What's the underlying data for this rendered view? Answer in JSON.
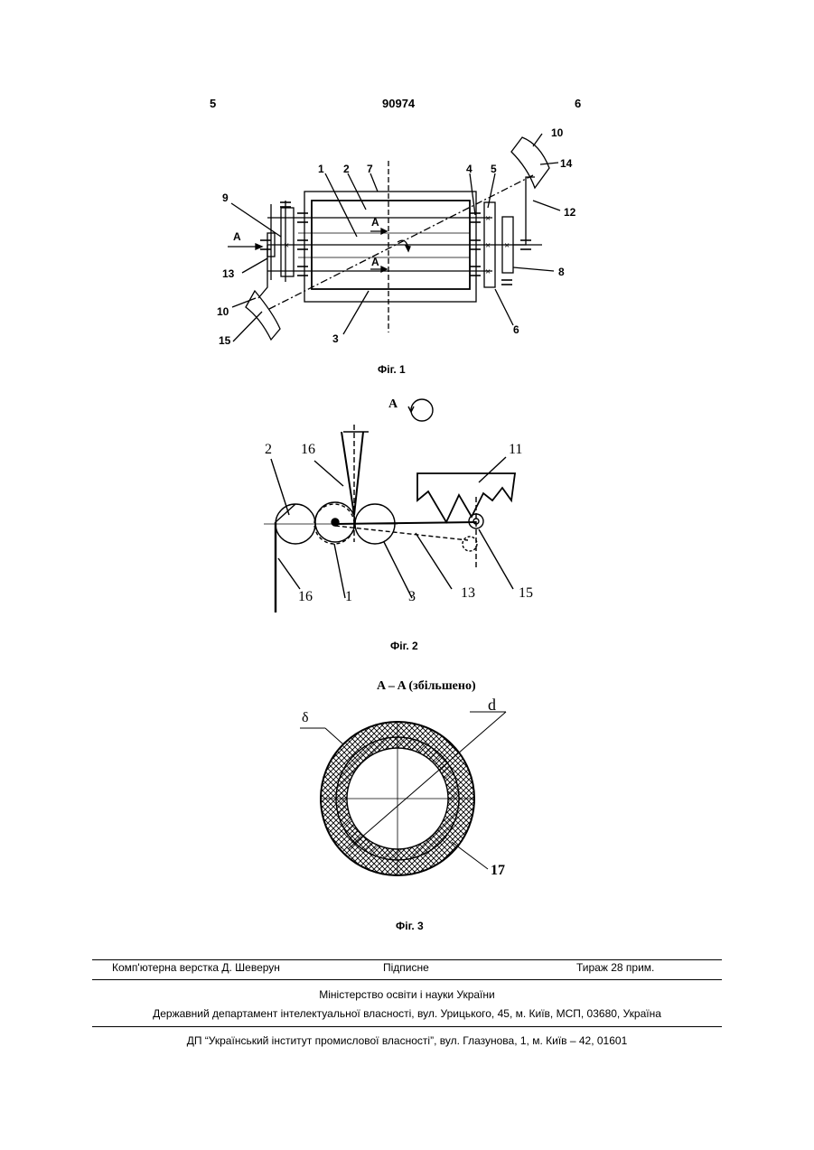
{
  "header": {
    "page_left": "5",
    "patent_number": "90974",
    "page_right": "6"
  },
  "fig1": {
    "caption": "Фіг. 1",
    "labels": {
      "l1": "1",
      "l2": "2",
      "l7": "7",
      "l4": "4",
      "l5": "5",
      "l10a": "10",
      "l14": "14",
      "l9": "9",
      "lA": "A",
      "l12": "12",
      "l13": "13",
      "l8": "8",
      "l10b": "10",
      "l15": "15",
      "l3": "3",
      "l6": "6",
      "lA2": "A",
      "lA3": "A"
    }
  },
  "fig2": {
    "caption": "Фіг. 2",
    "view_label": "A",
    "labels": {
      "l2": "2",
      "l16a": "16",
      "l11": "11",
      "l16b": "16",
      "l1": "1",
      "l3": "3",
      "l13": "13",
      "l15": "15"
    }
  },
  "fig3": {
    "caption": "Фіг. 3",
    "section_title": "A – A  (збільшено)",
    "labels": {
      "delta": "δ",
      "d": "d",
      "l17": "17"
    }
  },
  "footer": {
    "typesetting": "Комп'ютерна верстка Д. Шеверун",
    "signed": "Підписне",
    "circulation": "Тираж 28 прим.",
    "ministry": "Міністерство освіти і науки України",
    "department": "Державний департамент інтелектуальної власності, вул. Урицького, 45, м. Київ, МСП, 03680, Україна",
    "institute": "ДП “Український інститут промислової власності”, вул. Глазунова, 1, м. Київ – 42, 01601"
  }
}
